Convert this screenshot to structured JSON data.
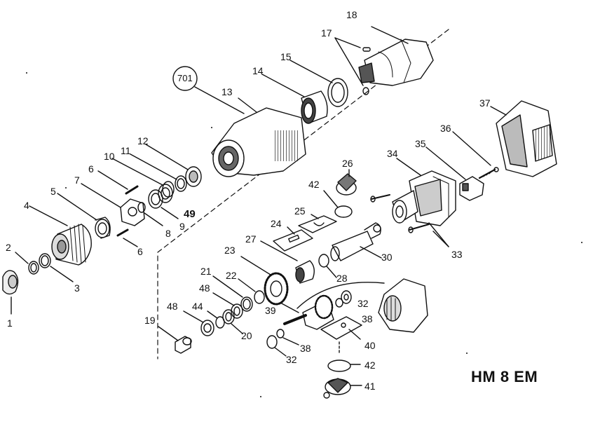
{
  "model": "HM 8 EM",
  "callout": "701",
  "labels": {
    "p1": "1",
    "p2": "2",
    "p3": "3",
    "p4": "4",
    "p5": "5",
    "p6a": "6",
    "p6b": "6",
    "p7": "7",
    "p8": "8",
    "p9": "9",
    "p10": "10",
    "p11": "11",
    "p12": "12",
    "p13": "13",
    "p14": "14",
    "p15": "15",
    "p17": "17",
    "p18": "18",
    "p19": "19",
    "p20": "20",
    "p21": "21",
    "p22": "22",
    "p23": "23",
    "p24": "24",
    "p25": "25",
    "p26": "26",
    "p27": "27",
    "p28": "28",
    "p30": "30",
    "p32a": "32",
    "p32b": "32",
    "p33": "33",
    "p34": "34",
    "p35": "35",
    "p36": "36",
    "p37": "37",
    "p38a": "38",
    "p38b": "38",
    "p39": "39",
    "p40": "40",
    "p41": "41",
    "p42a": "42",
    "p42b": "42",
    "p44": "44",
    "p48a": "48",
    "p48b": "48",
    "p49": "49"
  }
}
